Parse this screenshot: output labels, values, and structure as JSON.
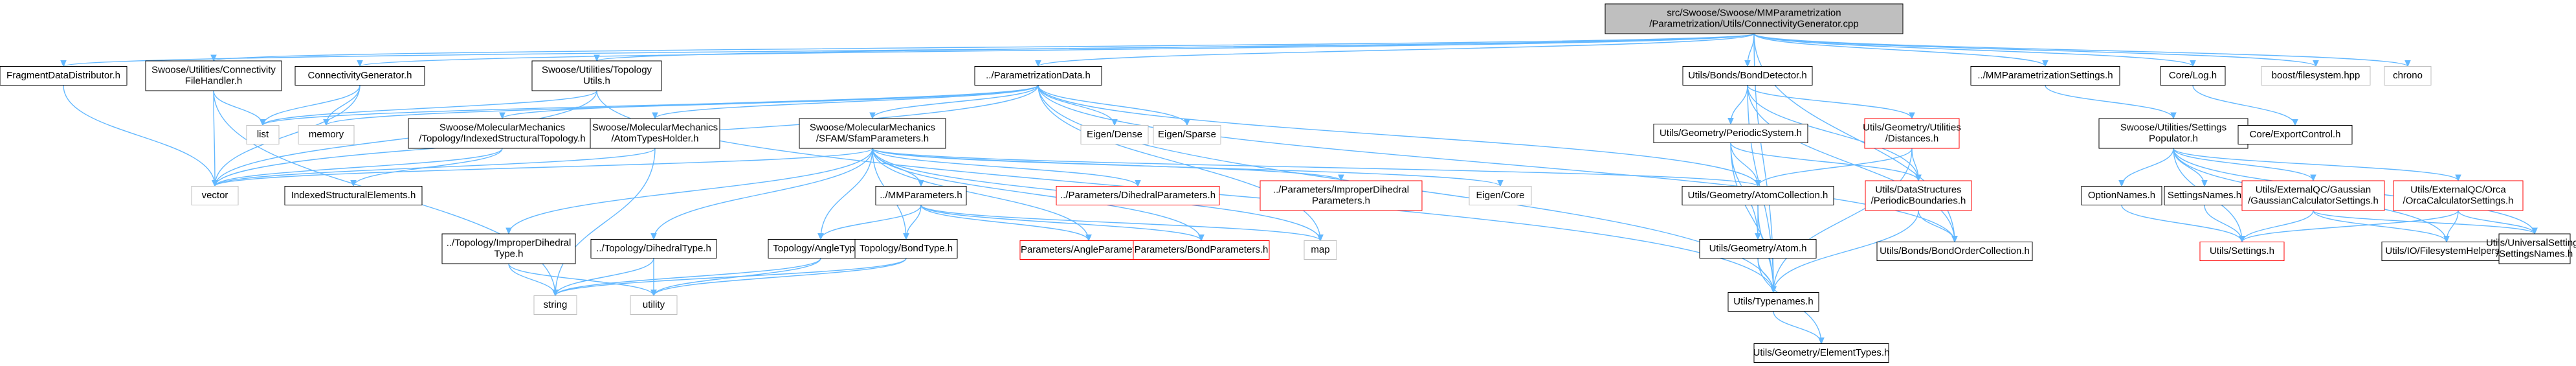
{
  "colors": {
    "root_fill": "#bfbfbf",
    "node_fill": "#ffffff",
    "doc_border": "#000000",
    "missing_border": "#ff0000",
    "external_border": "#bfbfbf",
    "edge": "#63b8ff"
  },
  "nodes": [
    {
      "id": "root",
      "kind": "root",
      "lines": [
        "src/Swoose/Swoose/MMParametrization",
        "/Parametrization/Utils/ConnectivityGenerator.cpp"
      ]
    },
    {
      "id": "fragdist",
      "kind": "doc",
      "lines": [
        "FragmentDataDistributor.h"
      ]
    },
    {
      "id": "connfile",
      "kind": "doc",
      "lines": [
        "Swoose/Utilities/Connectivity",
        "FileHandler.h"
      ]
    },
    {
      "id": "conngen",
      "kind": "doc",
      "lines": [
        "ConnectivityGenerator.h"
      ]
    },
    {
      "id": "topoutils",
      "kind": "doc",
      "lines": [
        "Swoose/Utilities/Topology",
        "Utils.h"
      ]
    },
    {
      "id": "paramdata",
      "kind": "doc",
      "lines": [
        "../ParametrizationData.h"
      ]
    },
    {
      "id": "bonddet",
      "kind": "doc",
      "lines": [
        "Utils/Bonds/BondDetector.h"
      ]
    },
    {
      "id": "mmparamset",
      "kind": "doc",
      "lines": [
        "../MMParametrizationSettings.h"
      ]
    },
    {
      "id": "corelog",
      "kind": "doc",
      "lines": [
        "Core/Log.h"
      ]
    },
    {
      "id": "boostfs",
      "kind": "ext",
      "lines": [
        "boost/filesystem.hpp"
      ]
    },
    {
      "id": "chrono",
      "kind": "ext",
      "lines": [
        "chrono"
      ]
    },
    {
      "id": "list",
      "kind": "ext",
      "lines": [
        "list"
      ]
    },
    {
      "id": "memory",
      "kind": "ext",
      "lines": [
        "memory"
      ]
    },
    {
      "id": "vector",
      "kind": "ext",
      "lines": [
        "vector"
      ]
    },
    {
      "id": "idxtopo",
      "kind": "doc",
      "lines": [
        "Swoose/MolecularMechanics",
        "/Topology/IndexedStructuralTopology.h"
      ]
    },
    {
      "id": "atomtypes",
      "kind": "doc",
      "lines": [
        "Swoose/MolecularMechanics",
        "/AtomTypesHolder.h"
      ]
    },
    {
      "id": "sfam",
      "kind": "doc",
      "lines": [
        "Swoose/MolecularMechanics",
        "/SFAM/SfamParameters.h"
      ]
    },
    {
      "id": "eigendense",
      "kind": "ext",
      "lines": [
        "Eigen/Dense"
      ]
    },
    {
      "id": "eigensparse",
      "kind": "ext",
      "lines": [
        "Eigen/Sparse"
      ]
    },
    {
      "id": "idxelem",
      "kind": "doc",
      "lines": [
        "IndexedStructuralElements.h"
      ]
    },
    {
      "id": "dihedral",
      "kind": "missing",
      "lines": [
        "../Parameters/DihedralParameters.h"
      ]
    },
    {
      "id": "impdihedral",
      "kind": "missing",
      "lines": [
        "../Parameters/ImproperDihedral",
        "Parameters.h"
      ]
    },
    {
      "id": "eigencore",
      "kind": "ext",
      "lines": [
        "Eigen/Core"
      ]
    },
    {
      "id": "mmparams",
      "kind": "doc",
      "lines": [
        "../MMParameters.h"
      ]
    },
    {
      "id": "periodic",
      "kind": "doc",
      "lines": [
        "Utils/Geometry/PeriodicSystem.h"
      ]
    },
    {
      "id": "distances",
      "kind": "missing",
      "lines": [
        "Utils/Geometry/Utilities",
        "/Distances.h"
      ]
    },
    {
      "id": "atomcoll",
      "kind": "doc",
      "lines": [
        "Utils/Geometry/AtomCollection.h"
      ]
    },
    {
      "id": "perbound",
      "kind": "missing",
      "lines": [
        "Utils/DataStructures",
        "/PeriodicBoundaries.h"
      ]
    },
    {
      "id": "map",
      "kind": "ext",
      "lines": [
        "map"
      ]
    },
    {
      "id": "imptype",
      "kind": "doc",
      "lines": [
        "../Topology/ImproperDihedral",
        "Type.h"
      ]
    },
    {
      "id": "dihtype",
      "kind": "doc",
      "lines": [
        "../Topology/DihedralType.h"
      ]
    },
    {
      "id": "angletype",
      "kind": "doc",
      "lines": [
        "Topology/AngleType.h"
      ]
    },
    {
      "id": "bondtype",
      "kind": "doc",
      "lines": [
        "Topology/BondType.h"
      ]
    },
    {
      "id": "angleparams",
      "kind": "missing",
      "lines": [
        "Parameters/AngleParameters.h"
      ]
    },
    {
      "id": "bondparams",
      "kind": "missing",
      "lines": [
        "Parameters/BondParameters.h"
      ]
    },
    {
      "id": "geoatom",
      "kind": "doc",
      "lines": [
        "Utils/Geometry/Atom.h"
      ]
    },
    {
      "id": "bondorder",
      "kind": "doc",
      "lines": [
        "Utils/Bonds/BondOrderCollection.h"
      ]
    },
    {
      "id": "typenames",
      "kind": "doc",
      "lines": [
        "Utils/Typenames.h"
      ]
    },
    {
      "id": "string",
      "kind": "ext",
      "lines": [
        "string"
      ]
    },
    {
      "id": "utility",
      "kind": "ext",
      "lines": [
        "utility"
      ]
    },
    {
      "id": "elemtypes",
      "kind": "doc",
      "lines": [
        "Utils/Geometry/ElementTypes.h"
      ]
    },
    {
      "id": "populator",
      "kind": "doc",
      "lines": [
        "Swoose/Utilities/Settings",
        "Populator.h"
      ]
    },
    {
      "id": "coreexport",
      "kind": "doc",
      "lines": [
        "Core/ExportControl.h"
      ]
    },
    {
      "id": "optnames",
      "kind": "doc",
      "lines": [
        "OptionNames.h"
      ]
    },
    {
      "id": "setnames",
      "kind": "doc",
      "lines": [
        "SettingsNames.h"
      ]
    },
    {
      "id": "gaussian",
      "kind": "missing",
      "lines": [
        "Utils/ExternalQC/Gaussian",
        "/GaussianCalculatorSettings.h"
      ]
    },
    {
      "id": "orca",
      "kind": "missing",
      "lines": [
        "Utils/ExternalQC/Orca",
        "/OrcaCalculatorSettings.h"
      ]
    },
    {
      "id": "utilsettings",
      "kind": "missing",
      "lines": [
        "Utils/Settings.h"
      ]
    },
    {
      "id": "fshelpers",
      "kind": "doc",
      "lines": [
        "Utils/IO/FilesystemHelpers.h"
      ]
    },
    {
      "id": "univsettings",
      "kind": "doc",
      "lines": [
        "Utils/UniversalSettings",
        "/SettingsNames.h"
      ]
    }
  ],
  "edges": [
    [
      "root",
      "fragdist"
    ],
    [
      "root",
      "connfile"
    ],
    [
      "root",
      "conngen"
    ],
    [
      "root",
      "topoutils"
    ],
    [
      "root",
      "paramdata"
    ],
    [
      "root",
      "bonddet"
    ],
    [
      "root",
      "mmparamset"
    ],
    [
      "root",
      "corelog"
    ],
    [
      "root",
      "boostfs"
    ],
    [
      "root",
      "chrono"
    ],
    [
      "root",
      "bondorder"
    ],
    [
      "root",
      "typenames"
    ],
    [
      "fragdist",
      "vector"
    ],
    [
      "connfile",
      "list"
    ],
    [
      "connfile",
      "vector"
    ],
    [
      "connfile",
      "string"
    ],
    [
      "conngen",
      "list"
    ],
    [
      "conngen",
      "memory"
    ],
    [
      "conngen",
      "vector"
    ],
    [
      "topoutils",
      "list"
    ],
    [
      "topoutils",
      "vector"
    ],
    [
      "topoutils",
      "typenames"
    ],
    [
      "paramdata",
      "list"
    ],
    [
      "paramdata",
      "memory"
    ],
    [
      "paramdata",
      "vector"
    ],
    [
      "paramdata",
      "idxtopo"
    ],
    [
      "paramdata",
      "atomtypes"
    ],
    [
      "paramdata",
      "sfam"
    ],
    [
      "paramdata",
      "eigendense"
    ],
    [
      "paramdata",
      "eigensparse"
    ],
    [
      "paramdata",
      "atomcoll"
    ],
    [
      "paramdata",
      "bondorder"
    ],
    [
      "paramdata",
      "typenames"
    ],
    [
      "paramdata",
      "map"
    ],
    [
      "idxtopo",
      "idxelem"
    ],
    [
      "idxtopo",
      "vector"
    ],
    [
      "atomtypes",
      "vector"
    ],
    [
      "atomtypes",
      "string"
    ],
    [
      "sfam",
      "vector"
    ],
    [
      "sfam",
      "dihedral"
    ],
    [
      "sfam",
      "impdihedral"
    ],
    [
      "sfam",
      "eigencore"
    ],
    [
      "sfam",
      "mmparams"
    ],
    [
      "sfam",
      "atomcoll"
    ],
    [
      "sfam",
      "imptype"
    ],
    [
      "sfam",
      "dihtype"
    ],
    [
      "sfam",
      "angletype"
    ],
    [
      "sfam",
      "bondtype"
    ],
    [
      "sfam",
      "angleparams"
    ],
    [
      "sfam",
      "bondparams"
    ],
    [
      "sfam",
      "map"
    ],
    [
      "mmparams",
      "angletype"
    ],
    [
      "mmparams",
      "bondtype"
    ],
    [
      "mmparams",
      "angleparams"
    ],
    [
      "mmparams",
      "bondparams"
    ],
    [
      "mmparams",
      "map"
    ],
    [
      "imptype",
      "string"
    ],
    [
      "imptype",
      "utility"
    ],
    [
      "dihtype",
      "string"
    ],
    [
      "dihtype",
      "utility"
    ],
    [
      "angletype",
      "string"
    ],
    [
      "angletype",
      "utility"
    ],
    [
      "bondtype",
      "string"
    ],
    [
      "bondtype",
      "utility"
    ],
    [
      "bonddet",
      "periodic"
    ],
    [
      "bonddet",
      "distances"
    ],
    [
      "bonddet",
      "perbound"
    ],
    [
      "bonddet",
      "bondorder"
    ],
    [
      "bonddet",
      "typenames"
    ],
    [
      "periodic",
      "atomcoll"
    ],
    [
      "periodic",
      "perbound"
    ],
    [
      "periodic",
      "geoatom"
    ],
    [
      "periodic",
      "typenames"
    ],
    [
      "distances",
      "atomcoll"
    ],
    [
      "distances",
      "perbound"
    ],
    [
      "distances",
      "typenames"
    ],
    [
      "atomcoll",
      "geoatom"
    ],
    [
      "atomcoll",
      "typenames"
    ],
    [
      "perbound",
      "typenames"
    ],
    [
      "perbound",
      "bondorder"
    ],
    [
      "geoatom",
      "typenames"
    ],
    [
      "geoatom",
      "elemtypes"
    ],
    [
      "typenames",
      "elemtypes"
    ],
    [
      "mmparamset",
      "populator"
    ],
    [
      "corelog",
      "coreexport"
    ],
    [
      "populator",
      "optnames"
    ],
    [
      "populator",
      "setnames"
    ],
    [
      "populator",
      "gaussian"
    ],
    [
      "populator",
      "orca"
    ],
    [
      "populator",
      "utilsettings"
    ],
    [
      "populator",
      "fshelpers"
    ],
    [
      "populator",
      "univsettings"
    ],
    [
      "optnames",
      "utilsettings"
    ],
    [
      "setnames",
      "utilsettings"
    ],
    [
      "gaussian",
      "utilsettings"
    ],
    [
      "gaussian",
      "fshelpers"
    ],
    [
      "gaussian",
      "univsettings"
    ],
    [
      "orca",
      "utilsettings"
    ],
    [
      "orca",
      "fshelpers"
    ],
    [
      "orca",
      "univsettings"
    ]
  ]
}
